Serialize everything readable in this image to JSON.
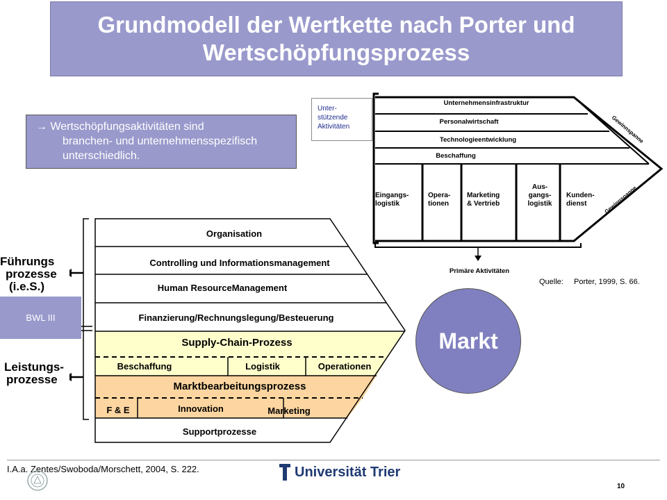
{
  "title": {
    "line1": "Grundmodell der Wertkette nach Porter und",
    "line2": "Wertschöpfungsprozess"
  },
  "note": {
    "line1": " Wertschöpfungsaktivitäten sind",
    "line2": "branchen- und unternehmensspezifisch",
    "line3": "unterschiedlich.",
    "arrow_glyph": "→"
  },
  "value_chain": {
    "support_label": [
      "Unter-",
      "stützende",
      "Aktivitäten"
    ],
    "support_rows": [
      "Unternehmensinfrastruktur",
      "Personalwirtschaft",
      "Technologieentwicklung",
      "Beschaffung"
    ],
    "primary_cols": [
      [
        "Eingangs-",
        "logistik"
      ],
      [
        "Opera-",
        "tionen"
      ],
      [
        "Marketing",
        "& Vertrieb"
      ],
      [
        "Aus-",
        "gangs-",
        "logistik"
      ],
      [
        "Kunden-",
        "dienst"
      ]
    ],
    "margin_upper": "Gewinnspanne",
    "margin_lower": "Gewinnspanne",
    "primary_label": "Primäre Aktivitäten",
    "source_label": "Quelle:",
    "source_text": "Porter, 1999, S. 66."
  },
  "org_model": {
    "rows": [
      "Organisation",
      "Controlling und Informationsmanagement",
      "Human ResourceManagement",
      "Finanzierung/Rechnungslegung/Besteuerung"
    ],
    "supply_chain": "Supply-Chain-Prozess",
    "supply_sub": [
      "Beschaffung",
      "Logistik",
      "Operationen"
    ],
    "market_process": "Marktbearbeitungsprozess",
    "market_sub": [
      "F & E",
      "Innovation",
      "Marketing"
    ],
    "support": "Supportprozesse",
    "colors": {
      "supply": "#ffffcc",
      "market": "#fcd5a0"
    }
  },
  "sides": {
    "fuehrung": [
      "Führungs",
      "prozesse",
      "(i.e.S.)"
    ],
    "bwl": "BWL III",
    "leistung": [
      "Leistungs-",
      "prozesse"
    ]
  },
  "markt": "Markt",
  "footer": {
    "citation": "I.A.a. Zentes/Swoboda/Morschett, 2004, S. 222.",
    "university": "Universität Trier",
    "page_number": "10"
  }
}
